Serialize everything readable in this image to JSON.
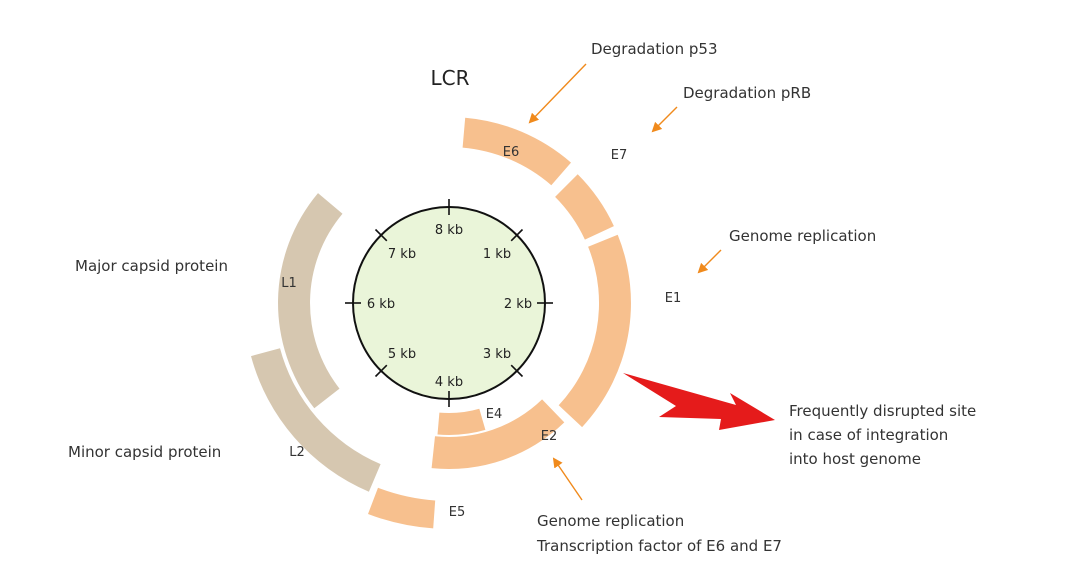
{
  "lcr_label": "LCR",
  "kb_ticks": [
    "8 kb",
    "1 kb",
    "2 kb",
    "3 kb",
    "4 kb",
    "5 kb",
    "6 kb",
    "7 kb"
  ],
  "genes": {
    "e6": "E6",
    "e7": "E7",
    "e1": "E1",
    "e2": "E2",
    "e4": "E4",
    "e5": "E5",
    "l1": "L1",
    "l2": "L2"
  },
  "annotations": {
    "e6": "Degradation p53",
    "e7": "Degradation pRB",
    "e1": "Genome replication",
    "l1": "Major capsid protein",
    "l2": "Minor capsid protein",
    "e2_line1": "Genome replication",
    "e2_line2": "Transcription factor of E6 and E7",
    "disrupt_line1": "Frequently disrupted site",
    "disrupt_line2": "in case of integration",
    "disrupt_line3": "into host genome"
  },
  "colors": {
    "early_gene": "#F7C08E",
    "late_gene": "#D6C7B0",
    "genome_fill": "#EAF5D9",
    "arrow": "#F08A1C",
    "break": "#E51B1B"
  }
}
